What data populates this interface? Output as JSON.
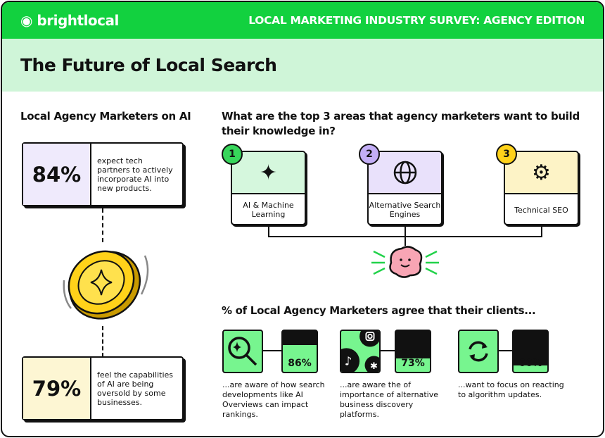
{
  "header": {
    "logo": "brightlocal",
    "survey_title": "LOCAL MARKETING INDUSTRY SURVEY: AGENCY EDITION",
    "page_title": "The Future of Local Search"
  },
  "left": {
    "heading": "Local Agency Marketers on AI",
    "stats": [
      {
        "value": "84%",
        "text": "expect tech partners to actively incorporate AI into new products.",
        "color": "#efeafc"
      },
      {
        "value": "79%",
        "text": "feel the capabilities of AI are being oversold by some businesses.",
        "color": "#fdf6d3"
      }
    ],
    "coin_icon": "gold-coin-sparkle-icon"
  },
  "areas": {
    "heading": "What are the top 3 areas that agency marketers want to build their knowledge in?",
    "items": [
      {
        "rank": "1",
        "label": "AI & Machine Learning",
        "icon": "sparkles-icon",
        "color": "#d5f7dd",
        "badge": "#37d65b"
      },
      {
        "rank": "2",
        "label": "Alternative Search Engines",
        "icon": "globe-icon",
        "color": "#e9e1fb",
        "badge": "#c3aef6"
      },
      {
        "rank": "3",
        "label": "Technical SEO",
        "icon": "gear-icon",
        "color": "#fdf3c6",
        "badge": "#ffd21a"
      }
    ],
    "brain_icon": "brain-icon"
  },
  "clients": {
    "heading": "% of Local Agency Marketers agree that their clients...",
    "items": [
      {
        "value": "86%",
        "percent": 86,
        "text": "...are aware of how search developments like AI Overviews can impact rankings.",
        "icon": "search-sparkle-icon"
      },
      {
        "value": "73%",
        "percent": 73,
        "text": "...are aware the of importance of alternative business discovery platforms.",
        "icon": "social-platforms-icon"
      },
      {
        "value": "66%",
        "percent": 66,
        "text": "...want to focus on reacting to algorithm updates.",
        "icon": "refresh-icon"
      }
    ]
  },
  "colors": {
    "brand_green": "#12d13f",
    "band": "#cff5d8",
    "bar_green": "#77f58f"
  }
}
